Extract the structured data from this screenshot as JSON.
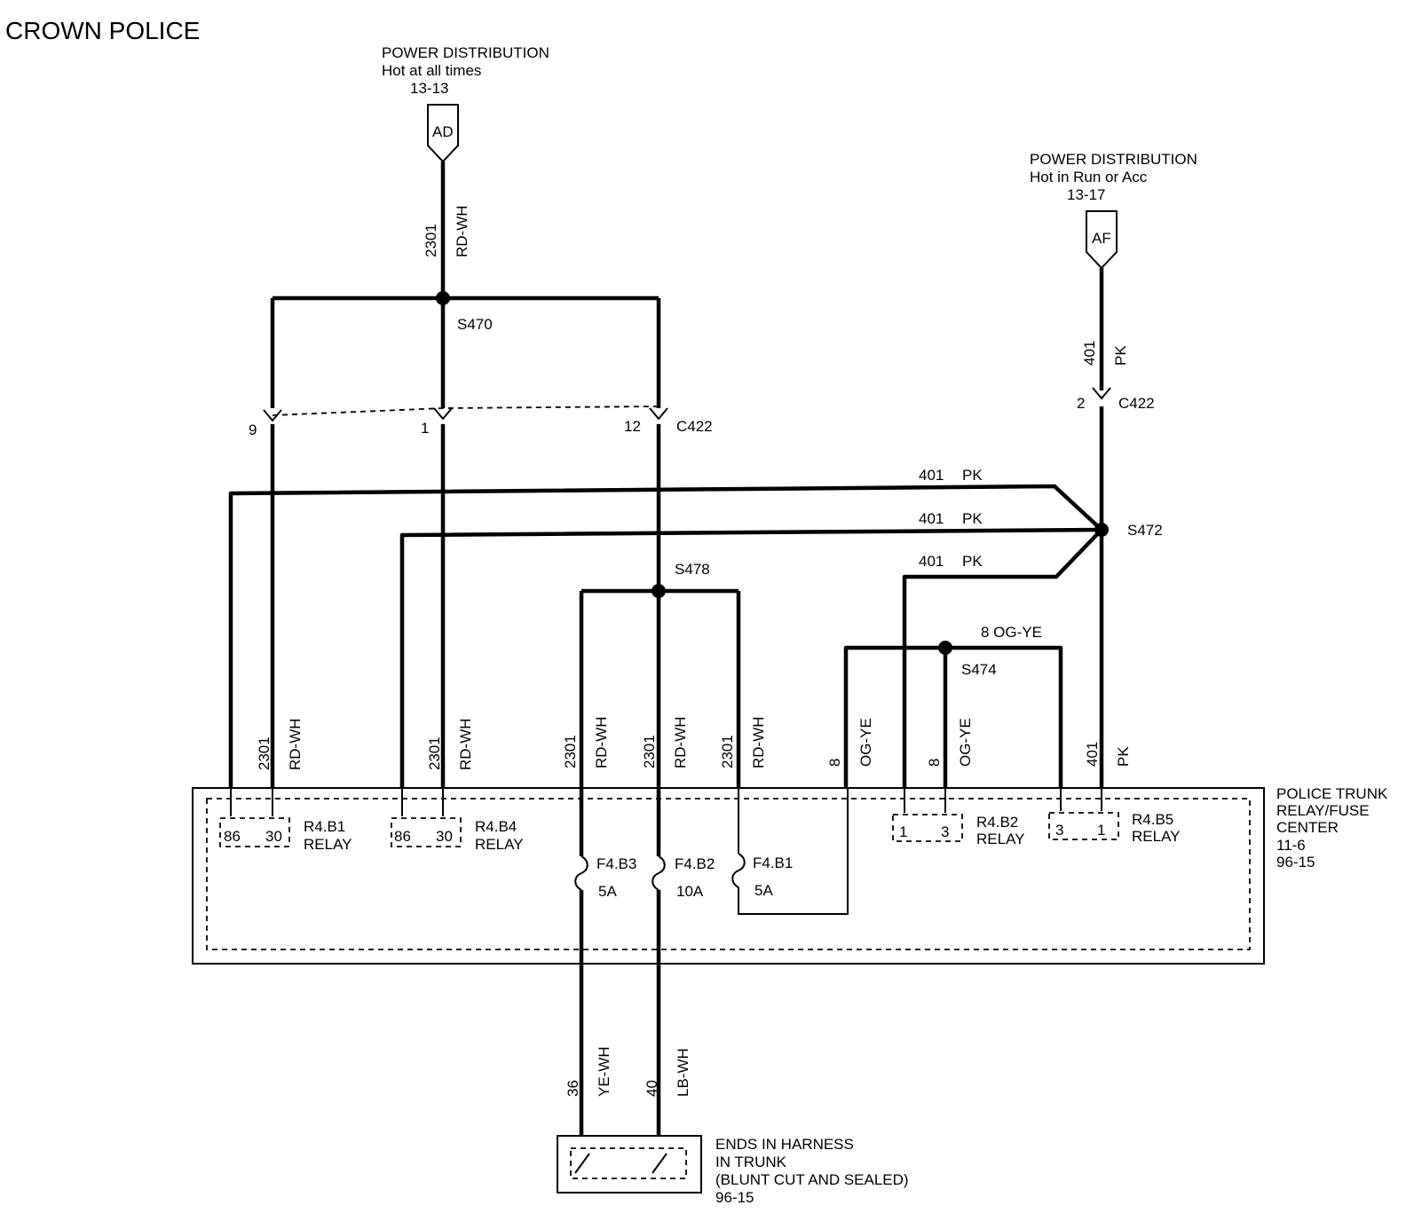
{
  "title": "CROWN POLICE",
  "sources": [
    {
      "lines": [
        "POWER DISTRIBUTION",
        "Hot at all times",
        "13-13"
      ],
      "connector": "AD"
    },
    {
      "lines": [
        "POWER DISTRIBUTION",
        "Hot in Run or Acc",
        "13-17"
      ],
      "connector": "AF"
    }
  ],
  "splices": {
    "s470": "S470",
    "s472": "S472",
    "s474": "S474",
    "s478": "S478"
  },
  "connector_c422": {
    "name": "C422",
    "pins": [
      "9",
      "1",
      "12",
      "2"
    ]
  },
  "circuits": {
    "c2301": "2301",
    "c401": "401",
    "c8": "8",
    "c36": "36",
    "c40": "40",
    "rdwh": "RD-WH",
    "pk": "PK",
    "ogye": "OG-YE",
    "yewh": "YE-WH",
    "lbwh": "LB-WH",
    "c8ogye": "8 OG-YE"
  },
  "relays": [
    {
      "name": "R4.B1",
      "type": "RELAY",
      "pins": [
        "86",
        "30"
      ]
    },
    {
      "name": "R4.B4",
      "type": "RELAY",
      "pins": [
        "86",
        "30"
      ]
    },
    {
      "name": "R4.B2",
      "type": "RELAY",
      "pins": [
        "1",
        "3"
      ]
    },
    {
      "name": "R4.B5",
      "type": "RELAY",
      "pins": [
        "3",
        "1"
      ]
    }
  ],
  "fuses": [
    {
      "name": "F4.B3",
      "rating": "5A"
    },
    {
      "name": "F4.B2",
      "rating": "10A"
    },
    {
      "name": "F4.B1",
      "rating": "5A"
    }
  ],
  "relay_center": {
    "lines": [
      "POLICE TRUNK",
      "RELAY/FUSE",
      "CENTER",
      "11-6",
      "96-15"
    ]
  },
  "harness_end": {
    "lines": [
      "ENDS IN HARNESS",
      "IN TRUNK",
      "(BLUNT CUT AND SEALED)",
      "96-15"
    ]
  }
}
